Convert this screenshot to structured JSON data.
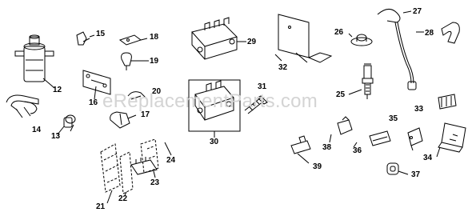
{
  "watermark": "eReplacementParts.com",
  "callouts": [
    "12",
    "13",
    "14",
    "15",
    "16",
    "17",
    "18",
    "19",
    "20",
    "21",
    "22",
    "23",
    "24",
    "25",
    "26",
    "27",
    "28",
    "29",
    "30",
    "31",
    "32",
    "33",
    "34",
    "35",
    "36",
    "37",
    "38",
    "39"
  ],
  "colors": {
    "ink": "#000000",
    "watermark": "#d4d4d4",
    "background": "#ffffff"
  }
}
